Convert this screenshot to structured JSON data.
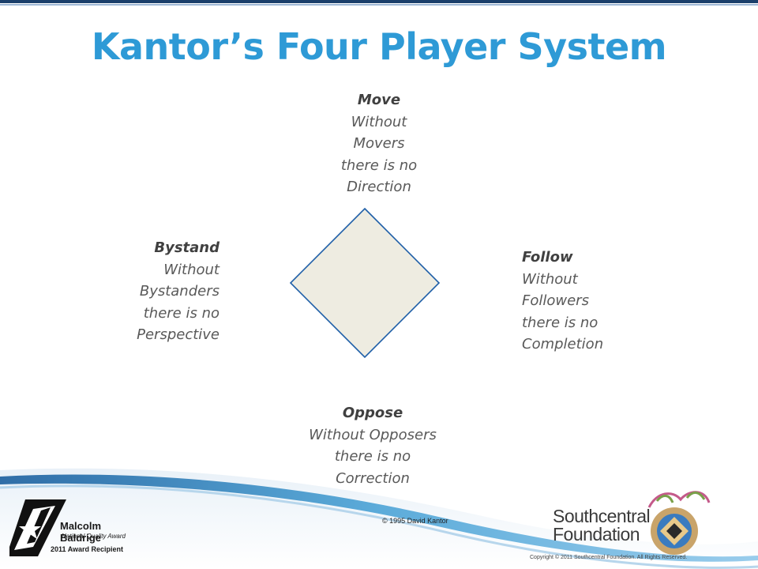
{
  "colors": {
    "title": "#2e9ad6",
    "diamond_fill": "#eeece1",
    "diamond_stroke": "#1f5fa8",
    "top_bar": "#1b3f6b",
    "swoosh": "#4ba3d6"
  },
  "title": "Kantor’s Four Player System",
  "roles": {
    "move": {
      "head": "Move",
      "lines": [
        "Without",
        "Movers",
        "there is no",
        "Direction"
      ]
    },
    "bystand": {
      "head": "Bystand",
      "lines": [
        "Without",
        "Bystanders",
        "there is no",
        "Perspective"
      ]
    },
    "follow": {
      "head": "Follow",
      "lines": [
        "Without",
        "Followers",
        "there is no",
        "Completion"
      ]
    },
    "oppose": {
      "head": "Oppose",
      "lines": [
        "Without Opposers",
        "there is no",
        "Correction"
      ]
    }
  },
  "footer": {
    "kantor_credit": "© 1995 David Kantor",
    "baldrige_name": "Malcolm Baldrige",
    "baldrige_sub": "National Quality Award",
    "baldrige_award": "2011 Award Recipient",
    "org_line1": "Southcentral",
    "org_line2": "Foundation",
    "copyright": "Copyright © 2011 Southcentral Foundation. All Rights Reserved."
  }
}
